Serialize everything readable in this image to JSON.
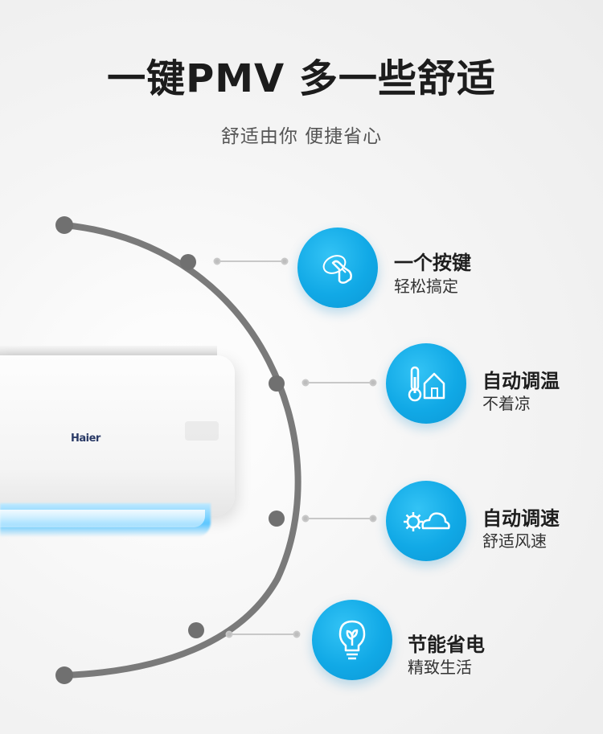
{
  "header": {
    "title": "一键PMV 多一些舒适",
    "subtitle": "舒适由你 便捷省心"
  },
  "product": {
    "brand_logo": "Haier"
  },
  "features": [
    {
      "title": "一个按键",
      "subtitle": "轻松搞定",
      "icon": "touch-hand-icon"
    },
    {
      "title": "自动调温",
      "subtitle": "不着凉",
      "icon": "thermometer-house-icon"
    },
    {
      "title": "自动调速",
      "subtitle": "舒适风速",
      "icon": "gear-cloud-icon"
    },
    {
      "title": "节能省电",
      "subtitle": "精致生活",
      "icon": "lightbulb-leaf-icon"
    }
  ],
  "colors": {
    "accent_blue": "#11a9e6",
    "arc_gray": "#7a7a7a",
    "title_text": "#1c1c1c"
  }
}
